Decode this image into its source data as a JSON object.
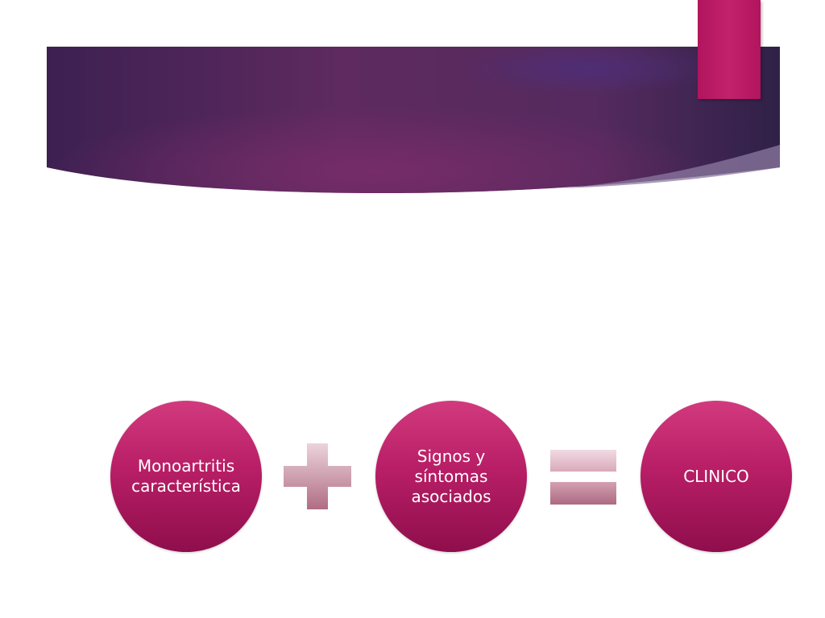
{
  "slide": {
    "title": "",
    "colors": {
      "banner_dark": "#3a2150",
      "banner_mid": "#6b2a66",
      "accent": "#b3145e",
      "circle_top": "#d23a7e",
      "circle_bottom": "#8f0e4c",
      "operator_light": "#e8c6d2",
      "operator_dark": "#b36d85"
    }
  },
  "diagram": {
    "steps": [
      {
        "label": "Monoartritis característica"
      },
      {
        "label": "Signos y síntomas asociados"
      },
      {
        "label": "CLINICO"
      }
    ],
    "operators": [
      {
        "symbol": "plus",
        "icon": "plus-icon"
      },
      {
        "symbol": "equals",
        "icon": "equals-icon"
      }
    ]
  }
}
